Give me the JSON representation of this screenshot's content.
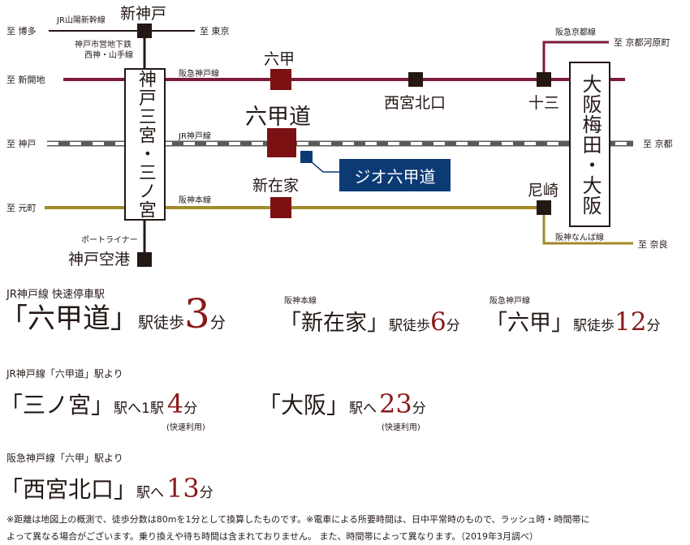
{
  "map": {
    "dest": {
      "hakata": "至 博多",
      "tokyo": "至 東京",
      "shinkaichi": "至 新開地",
      "kyoto_kawaramachi": "至 京都河原町",
      "kobe": "至 神戸",
      "kyoto": "至 京都",
      "motomachi": "至 元町",
      "nara": "至 奈良"
    },
    "lines": {
      "sanyo_shinkansen": "JR山陽新幹線",
      "subway_line1": "神戸市営地下鉄",
      "subway_line2": "西神・山手線",
      "hankyu_kyoto": "阪急京都線",
      "hankyu_kobe": "阪急神戸線",
      "jr_kobe": "JR神戸線",
      "hanshin_main": "阪神本線",
      "hanshin_namba": "阪神なんば線",
      "port_liner": "ポートライナー"
    },
    "stations": {
      "shinkobe": "新神戸",
      "sannomiya": "神戸三宮・三ノ宮",
      "kobe_airport": "神戸空港",
      "rokko": "六甲",
      "rokkomichi": "六甲道",
      "shinzaike": "新在家",
      "nishinomiya_kitaguchi": "西宮北口",
      "juso": "十三",
      "amagasaki": "尼崎",
      "osaka_umeda": "大阪梅田・大阪"
    },
    "property": "ジオ六甲道",
    "colors": {
      "hankyu": "#7d1b3c",
      "jr": "#707070",
      "hanshin": "#a08a2a",
      "station_red": "#7b1113",
      "station_dark": "#231815",
      "property_blue": "#0c3a75"
    }
  },
  "access": {
    "row1": {
      "jr_caption": "JR神戸線 快速停車駅",
      "rokkomichi_station": "「六甲道」",
      "walk_label": "駅徒歩",
      "rokkomichi_min": "3",
      "unit": "分",
      "hanshin_caption": "阪神本線",
      "shinzaike_station": "「新在家」",
      "shinzaike_min": "6",
      "hankyu_caption": "阪急神戸線",
      "rokko_station": "「六甲」",
      "rokko_min": "12"
    },
    "section2_title": "JR神戸線「六甲道」駅より",
    "row2": {
      "sannomiya_station": "「三ノ宮」",
      "sannomiya_text": "駅へ1駅",
      "sannomiya_min": "4",
      "osaka_station": "「大阪」",
      "osaka_text": "駅へ",
      "osaka_min": "23",
      "unit": "分",
      "rapid_note": "(快速利用)"
    },
    "section3_title": "阪急神戸線「六甲」駅より",
    "row3": {
      "nishinomiya_station": "「西宮北口」",
      "nishinomiya_text": "駅へ",
      "nishinomiya_min": "13",
      "unit": "分"
    }
  },
  "footnote": {
    "line1": "※距離は地図上の概測で、徒歩分数は80mを1分として換算したものです。※電車による所要時間は、日中平常時のもので、ラッシュ時・時間帯に",
    "line2": "よって異なる場合がございます。乗り換えや待ち時間は含まれておりません。 また、時間帯によって異なります。（2019年3月調べ）"
  }
}
